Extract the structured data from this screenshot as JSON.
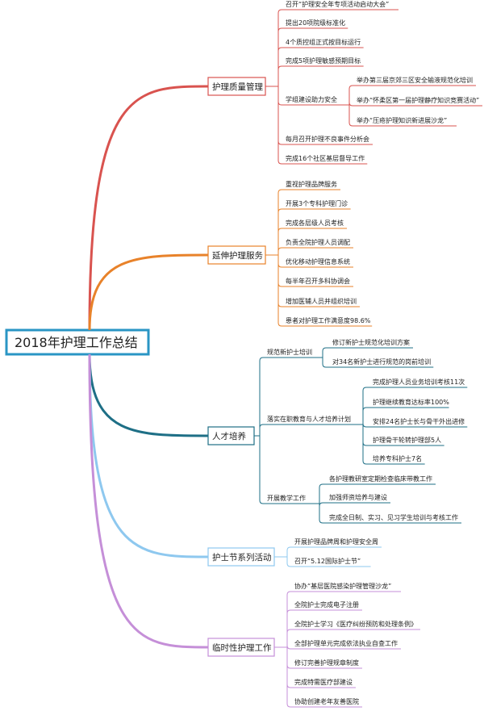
{
  "root": {
    "label": "2018年护理工作总结",
    "color": "#2a95c4"
  },
  "branches": [
    {
      "label": "护理质量管理",
      "color": "#d9534f",
      "children": [
        {
          "label": "召开“护理安全年专项活动启动大会”"
        },
        {
          "label": "提出20项院级标准化"
        },
        {
          "label": "4个质控组正式按目标运行"
        },
        {
          "label": "完成5项护理敏感预期目标"
        },
        {
          "label": "学组建设助力安全",
          "children": [
            {
              "label": "举办第三届京郊三区安全输液规范化培训"
            },
            {
              "label": "举办“怀柔区第一届护理静疗知识竞赛活动”"
            },
            {
              "label": "举办“压疮护理知识新进展沙龙”"
            }
          ]
        },
        {
          "label": "每月召开护理不良事件分析会"
        },
        {
          "label": "完成16个社区基层督导工作"
        }
      ]
    },
    {
      "label": "延伸护理服务",
      "color": "#e8822a",
      "children": [
        {
          "label": "重视护理品牌服务"
        },
        {
          "label": "开展3个专科护理门诊"
        },
        {
          "label": "完成各层级人员考核"
        },
        {
          "label": "负责全院护理人员调配"
        },
        {
          "label": "优化移动护理信息系统"
        },
        {
          "label": "每半年召开多科协调会"
        },
        {
          "label": "增加医辅人员并组织培训"
        },
        {
          "label": "患者对护理工作满意度98.6%"
        }
      ]
    },
    {
      "label": "人才培养",
      "color": "#1e6f86",
      "children": [
        {
          "label": "规范新护士培训",
          "children": [
            {
              "label": "修订新护士规范化培训方案"
            },
            {
              "label": "对34名新护士进行规范的岗前培训"
            }
          ]
        },
        {
          "label": "落实在职教育与人才培养计划",
          "children": [
            {
              "label": "完成护理人员业务培训考核11次"
            },
            {
              "label": "护理继续教育达标率100%"
            },
            {
              "label": "安排24名护士长与骨干外出进修"
            },
            {
              "label": "护理骨干轮转护理部5人"
            },
            {
              "label": "培养专科护士7名"
            }
          ]
        },
        {
          "label": "开展教学工作",
          "children": [
            {
              "label": "各护理教研室定期检查临床带教工作"
            },
            {
              "label": "加强师资培养与建设"
            },
            {
              "label": "完成全日制、实习、见习学生培训与考核工作"
            }
          ]
        }
      ]
    },
    {
      "label": "护士节系列活动",
      "color": "#8ec8ef",
      "children": [
        {
          "label": "开展护理品牌周和护理安全周"
        },
        {
          "label": "召开“5.12国际护士节”"
        }
      ]
    },
    {
      "label": "临时性护理工作",
      "color": "#c58fd8",
      "children": [
        {
          "label": "协办“基层医院感染护理管理沙龙”"
        },
        {
          "label": "全院护士完成电子注册"
        },
        {
          "label": "全院护士学习《医疗纠纷预防和处理条例》"
        },
        {
          "label": "全部护理单元完成依法执业自查工作"
        },
        {
          "label": "修订完善护理规章制度"
        },
        {
          "label": "完成特需医疗部建设"
        },
        {
          "label": "协助创建老年友善医院"
        }
      ]
    }
  ]
}
